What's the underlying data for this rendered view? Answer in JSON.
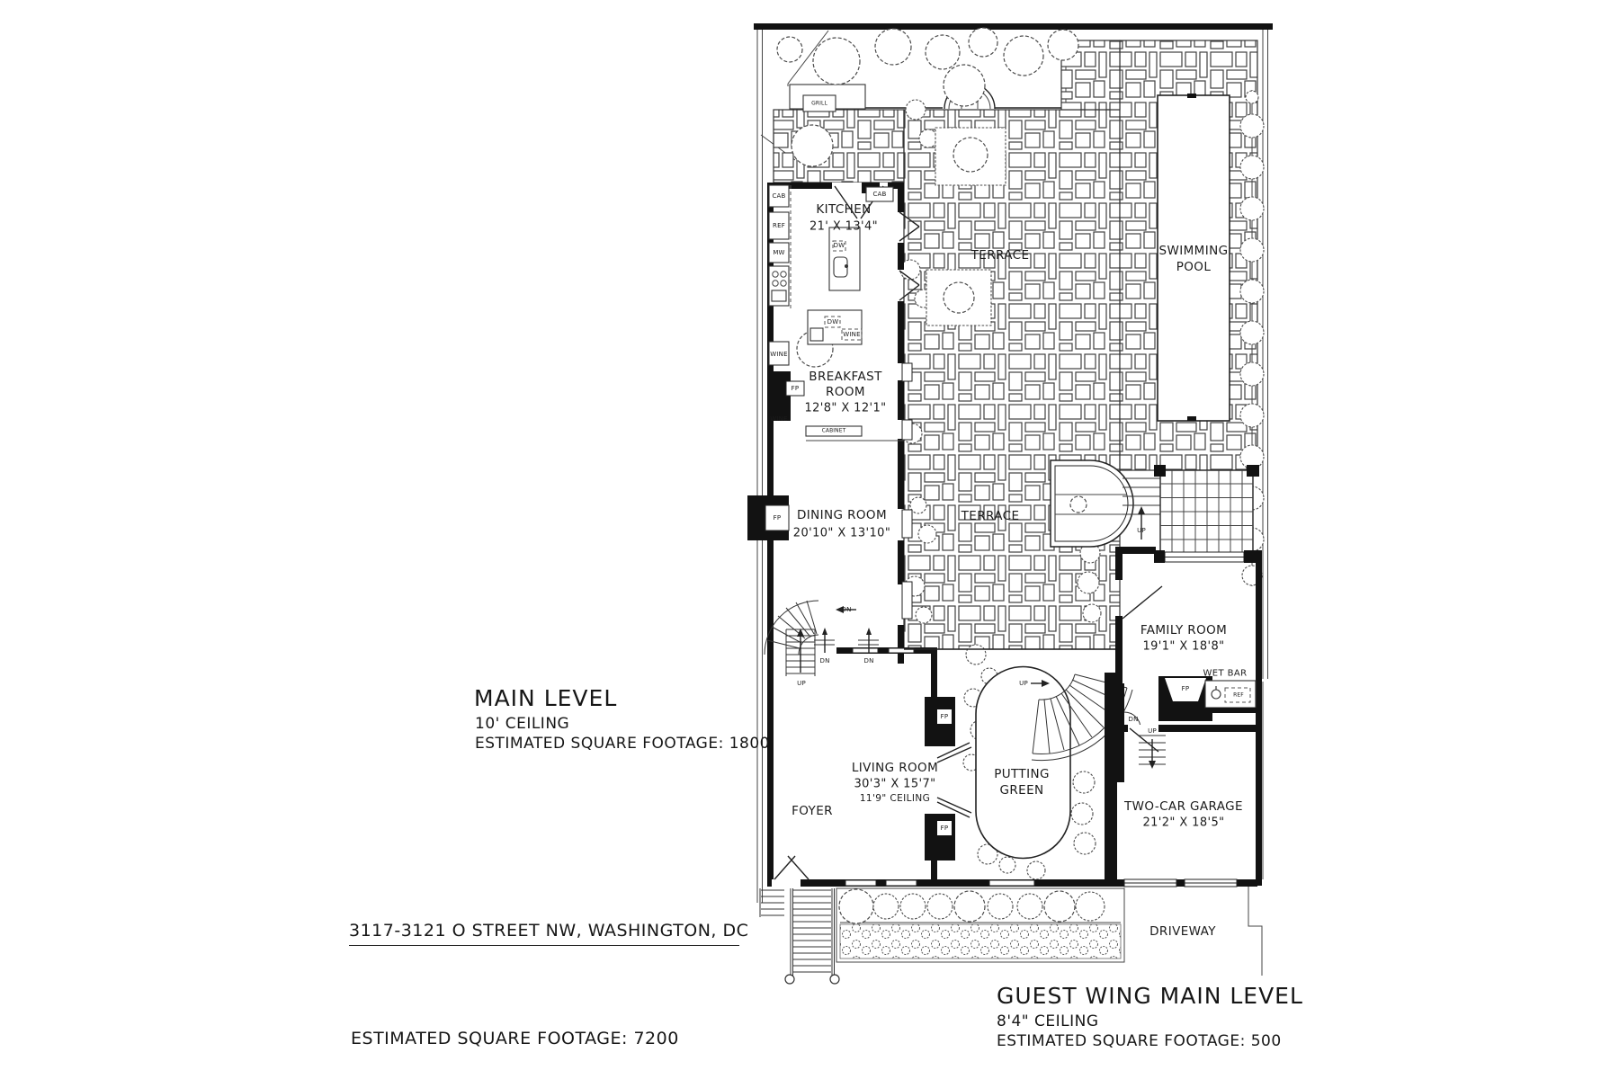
{
  "plan": {
    "address": "3117-3121 O STREET NW, WASHINGTON, DC",
    "total_sqft_note": "ESTIMATED SQUARE FOOTAGE: 7200",
    "main_level": {
      "title": "MAIN LEVEL",
      "ceiling_note": "10' CEILING",
      "sqft_note": "ESTIMATED SQUARE FOOTAGE: 1800"
    },
    "guest_wing": {
      "title": "GUEST WING MAIN LEVEL",
      "ceiling_note": "8'4\" CEILING",
      "sqft_note": "ESTIMATED SQUARE FOOTAGE: 500"
    },
    "rooms": {
      "kitchen": {
        "name": "KITCHEN",
        "dims": "21' X 13'4\""
      },
      "breakfast_room": {
        "name_line1": "BREAKFAST",
        "name_line2": "ROOM",
        "dims": "12'8\" X 12'1\""
      },
      "dining_room": {
        "name": "DINING ROOM",
        "dims": "20'10\" X 13'10\""
      },
      "terrace_upper": {
        "name": "TERRACE"
      },
      "terrace_lower": {
        "name": "TERRACE"
      },
      "swimming_pool": {
        "name_line1": "SWIMMING",
        "name_line2": "POOL"
      },
      "family_room": {
        "name": "FAMILY ROOM",
        "dims": "19'1\" X 18'8\""
      },
      "living_room": {
        "name": "LIVING ROOM",
        "dims": "30'3\" X 15'7\"",
        "ceiling": "11'9\" CEILING"
      },
      "putting_green": {
        "name_line1": "PUTTING",
        "name_line2": "GREEN"
      },
      "foyer": {
        "name": "FOYER"
      },
      "garage": {
        "name": "TWO-CAR GARAGE",
        "dims": "21'2\" X 18'5\""
      },
      "wet_bar": {
        "name": "WET BAR"
      },
      "driveway": {
        "name": "DRIVEWAY"
      },
      "grill": {
        "name": "GRILL"
      }
    },
    "fixtures": {
      "cab": "CAB",
      "ref": "REF",
      "mw": "MW",
      "dw": "DW",
      "wine": "WINE",
      "fp": "FP",
      "cabinet": "CABINET",
      "up": "UP",
      "dn": "DN"
    }
  }
}
